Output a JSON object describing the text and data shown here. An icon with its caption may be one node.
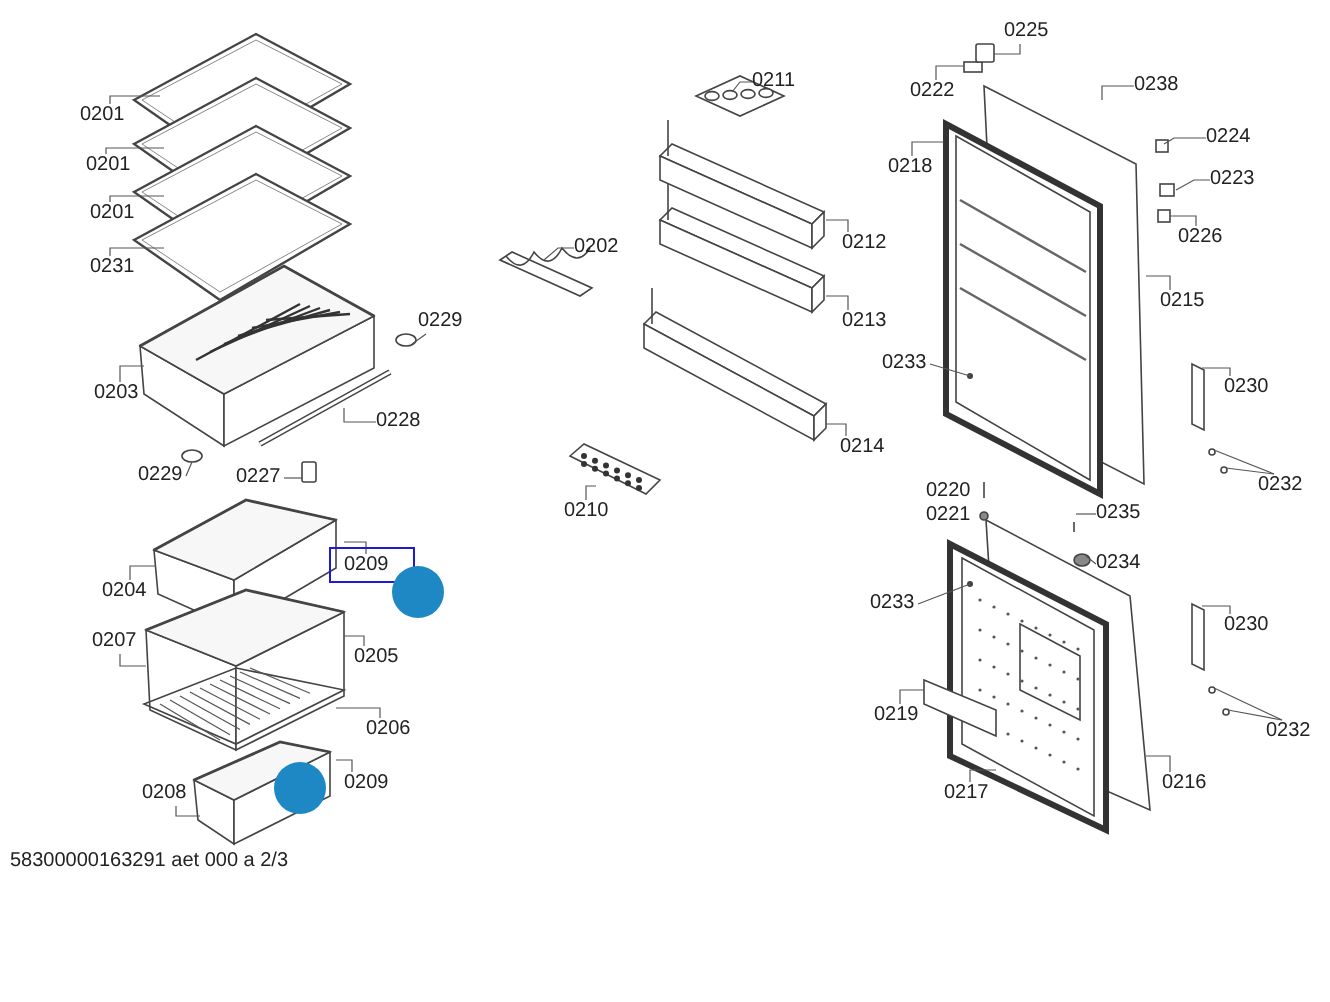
{
  "diagram": {
    "nodes": [
      {
        "text": [
          "0201"
        ]
      },
      {
        "text": [
          "0201"
        ]
      },
      {
        "text": [
          "0201"
        ]
      },
      {
        "text": [
          "0231"
        ]
      },
      {
        "text": [
          "0203"
        ]
      },
      {
        "text": [
          "0229"
        ]
      },
      {
        "text": [
          "0228"
        ]
      },
      {
        "text": [
          "0229"
        ]
      },
      {
        "text": [
          "0227"
        ]
      },
      {
        "text": [
          "0204"
        ]
      },
      {
        "text": [
          "0209"
        ]
      },
      {
        "text": [
          "0207"
        ]
      },
      {
        "text": [
          "0205"
        ]
      },
      {
        "text": [
          "0206"
        ]
      },
      {
        "text": [
          "0208"
        ]
      },
      {
        "text": [
          "0209"
        ]
      },
      {
        "text": [
          "0211"
        ]
      },
      {
        "text": [
          "0202"
        ]
      },
      {
        "text": [
          "0212"
        ]
      },
      {
        "text": [
          "0213"
        ]
      },
      {
        "text": [
          "0214"
        ]
      },
      {
        "text": [
          "0210"
        ]
      },
      {
        "text": [
          "0225"
        ]
      },
      {
        "text": [
          "0222"
        ]
      },
      {
        "text": [
          "0238"
        ]
      },
      {
        "text": [
          "0218"
        ]
      },
      {
        "text": [
          "0224"
        ]
      },
      {
        "text": [
          "0223"
        ]
      },
      {
        "text": [
          "0226"
        ]
      },
      {
        "text": [
          "0215"
        ]
      },
      {
        "text": [
          "0233"
        ]
      },
      {
        "text": [
          "0230"
        ]
      },
      {
        "text": [
          "0232"
        ]
      },
      {
        "text": [
          "0235"
        ]
      },
      {
        "text": [
          "0234"
        ]
      },
      {
        "text": [
          "0233"
        ]
      },
      {
        "text": [
          "0230"
        ]
      },
      {
        "text": [
          "0232"
        ]
      },
      {
        "text": [
          "0219"
        ]
      },
      {
        "text": [
          "0217"
        ]
      },
      {
        "text": [
          "0216"
        ]
      }
    ],
    "edges": [
      {
        "from": 0,
        "to": null,
        "arrow": "none"
      },
      {
        "from": 1,
        "to": null,
        "arrow": "none"
      },
      {
        "from": 2,
        "to": null,
        "arrow": "none"
      },
      {
        "from": 3,
        "to": null,
        "arrow": "none"
      },
      {
        "from": 4,
        "to": null,
        "arrow": "none"
      },
      {
        "from": 5,
        "to": null,
        "arrow": "none"
      },
      {
        "from": 6,
        "to": null,
        "arrow": "none"
      },
      {
        "from": 7,
        "to": null,
        "arrow": "none"
      },
      {
        "from": 8,
        "to": null,
        "arrow": "none"
      },
      {
        "from": 9,
        "to": null,
        "arrow": "none"
      },
      {
        "from": 10,
        "to": null,
        "arrow": "none"
      },
      {
        "from": 11,
        "to": null,
        "arrow": "none"
      },
      {
        "from": 12,
        "to": null,
        "arrow": "none"
      },
      {
        "from": 13,
        "to": null,
        "arrow": "none"
      },
      {
        "from": 14,
        "to": null,
        "arrow": "none"
      },
      {
        "from": 15,
        "to": null,
        "arrow": "none"
      },
      {
        "from": 16,
        "to": null,
        "arrow": "none"
      },
      {
        "from": 17,
        "to": null,
        "arrow": "none"
      },
      {
        "from": 18,
        "to": null,
        "arrow": "none"
      },
      {
        "from": 19,
        "to": null,
        "arrow": "none"
      },
      {
        "from": 20,
        "to": null,
        "arrow": "none"
      },
      {
        "from": 21,
        "to": null,
        "arrow": "none"
      },
      {
        "from": 22,
        "to": null,
        "arrow": "none"
      },
      {
        "from": 23,
        "to": null,
        "arrow": "none"
      },
      {
        "from": 24,
        "to": null,
        "arrow": "none"
      },
      {
        "from": 25,
        "to": null,
        "arrow": "none"
      },
      {
        "from": 26,
        "to": null,
        "arrow": "none"
      },
      {
        "from": 27,
        "to": null,
        "arrow": "none"
      },
      {
        "from": 28,
        "to": null,
        "arrow": "none"
      },
      {
        "from": 29,
        "to": null,
        "arrow": "none"
      },
      {
        "from": 30,
        "to": null,
        "arrow": "none"
      },
      {
        "from": 31,
        "to": null,
        "arrow": "none"
      },
      {
        "from": 32,
        "to": null,
        "arrow": "none"
      },
      {
        "from": 32,
        "to": null,
        "arrow": "none"
      },
      {
        "from": 33,
        "to": null,
        "arrow": "none"
      },
      {
        "from": 34,
        "to": null,
        "arrow": "none"
      },
      {
        "from": 35,
        "to": null,
        "arrow": "none"
      },
      {
        "from": 36,
        "to": null,
        "arrow": "none"
      },
      {
        "from": 37,
        "to": null,
        "arrow": "none"
      },
      {
        "from": 37,
        "to": null,
        "arrow": "none"
      },
      {
        "from": 38,
        "to": null,
        "arrow": "none"
      },
      {
        "from": 39,
        "to": null,
        "arrow": "none"
      },
      {
        "from": 40,
        "to": null,
        "arrow": "none"
      }
    ],
    "labels": [
      "0220",
      "0221",
      "58300000163291 aet 000 a 2/3"
    ]
  }
}
